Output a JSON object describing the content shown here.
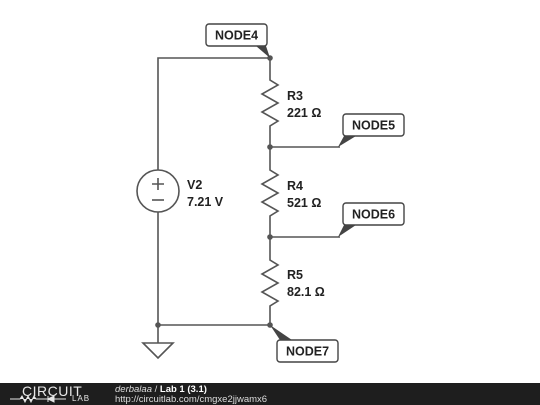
{
  "components": {
    "source": {
      "name": "V2",
      "value": "7.21 V"
    },
    "r3": {
      "name": "R3",
      "value": "221 Ω"
    },
    "r4": {
      "name": "R4",
      "value": "521 Ω"
    },
    "r5": {
      "name": "R5",
      "value": "82.1 Ω"
    }
  },
  "nodes": {
    "node4": "NODE4",
    "node5": "NODE5",
    "node6": "NODE6",
    "node7": "NODE7"
  },
  "footer": {
    "logo_top": "CIRCUIT",
    "logo_bottom": "LAB",
    "user": "derbalaa",
    "separator": "/",
    "title": "Lab 1 (3.1)",
    "url": "http://circuitlab.com/cmgxe2jjwamx6"
  },
  "colors": {
    "wire": "#555555",
    "footer_bg": "#1e1e1e"
  }
}
